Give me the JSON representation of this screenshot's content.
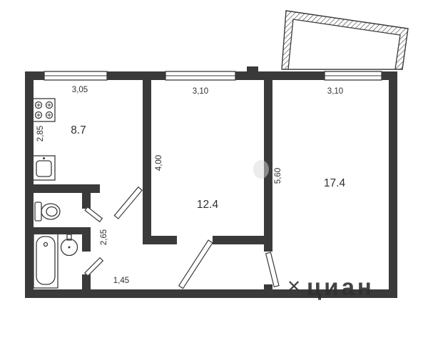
{
  "plan": {
    "type": "apartment-floor-plan",
    "rooms": [
      {
        "name": "kitchen",
        "area": "8.7"
      },
      {
        "name": "room-1",
        "area": "12.4"
      },
      {
        "name": "room-2",
        "area": "17.4"
      }
    ],
    "dimensions": {
      "kitchen_width": "3,05",
      "room1_width": "3,10",
      "room2_width": "3,10",
      "kitchen_depth": "2,85",
      "room1_depth": "4,00",
      "room2_depth": "5,60",
      "hall_depth": "2,65",
      "hall_width": "1,45"
    },
    "fixtures": [
      "stove",
      "kitchen-sink",
      "toilet",
      "washbasin",
      "bathtub"
    ],
    "watermark": {
      "symbol": "✕",
      "text": "циан"
    },
    "colors": {
      "wall": "#3a3a3a",
      "background": "#ffffff",
      "watermark": "#d8d8d8"
    }
  }
}
